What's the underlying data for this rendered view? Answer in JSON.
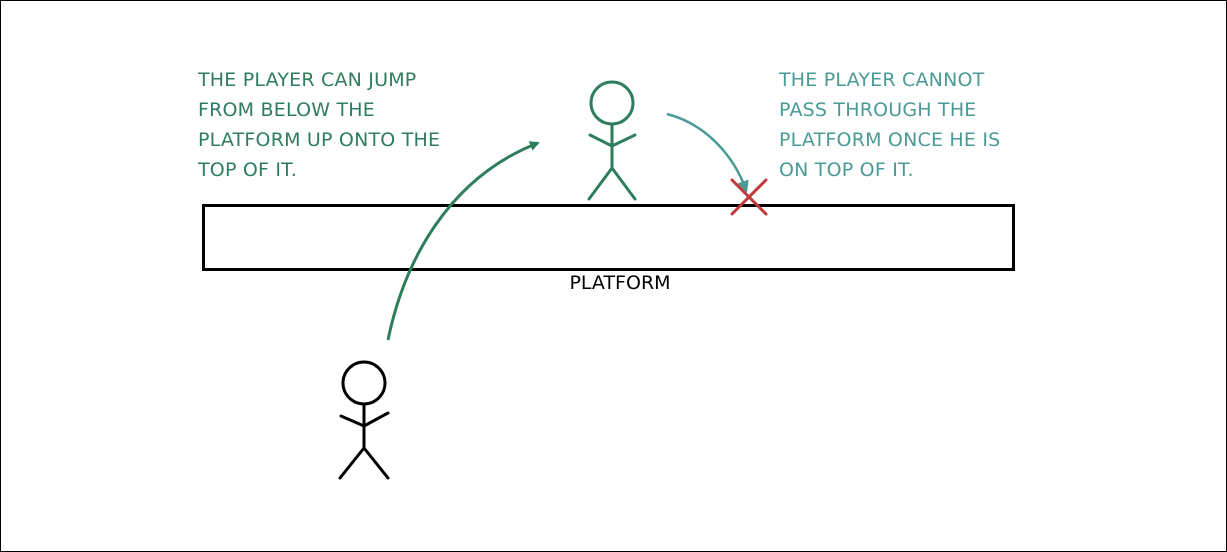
{
  "captions": {
    "left": [
      "THE PLAYER CAN JUMP",
      "FROM BELOW THE",
      "PLATFORM UP ONTO THE",
      "TOP OF IT."
    ],
    "right": [
      "THE PLAYER CANNOT",
      "PASS THROUGH THE",
      "PLATFORM ONCE HE IS",
      "ON TOP OF IT."
    ]
  },
  "platform": {
    "label": "PLATFORM"
  },
  "colors": {
    "jump_arrow": "#2e7d5c",
    "blocked_arrow": "#4a9a96",
    "top_player": "#2e7d5c",
    "bottom_player": "#000000",
    "cross": "#c0393b",
    "platform_border": "#000000"
  }
}
